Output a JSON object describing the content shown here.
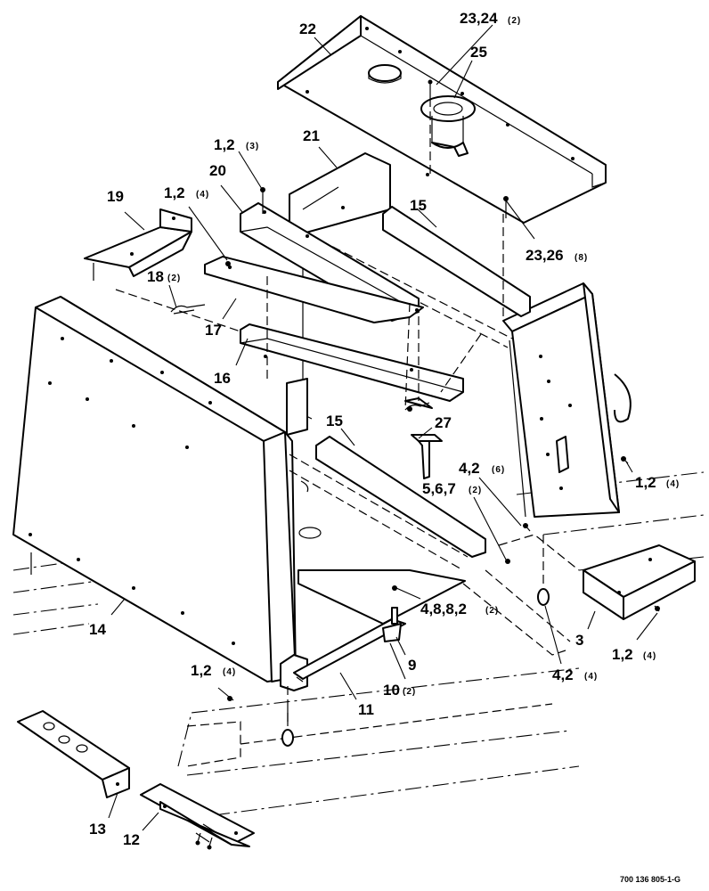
{
  "document_id": "700 136 805-1-G",
  "callouts": [
    {
      "id": "c22",
      "text": "22",
      "qty": ""
    },
    {
      "id": "c23-24",
      "text": "23,24",
      "qty": "(2)"
    },
    {
      "id": "c25",
      "text": "25",
      "qty": ""
    },
    {
      "id": "c21",
      "text": "21",
      "qty": ""
    },
    {
      "id": "c1-2-top",
      "text": "1,2",
      "qty": "(3)"
    },
    {
      "id": "c20",
      "text": "20",
      "qty": ""
    },
    {
      "id": "c1-2-mid",
      "text": "1,2",
      "qty": "(4)"
    },
    {
      "id": "c19",
      "text": "19",
      "qty": ""
    },
    {
      "id": "c15-top",
      "text": "15",
      "qty": ""
    },
    {
      "id": "c23-26",
      "text": "23,26",
      "qty": "(8)"
    },
    {
      "id": "c18",
      "text": "18",
      "qty": "(2)"
    },
    {
      "id": "c17",
      "text": "17",
      "qty": ""
    },
    {
      "id": "c16",
      "text": "16",
      "qty": ""
    },
    {
      "id": "c15-low",
      "text": "15",
      "qty": ""
    },
    {
      "id": "c27",
      "text": "27",
      "qty": ""
    },
    {
      "id": "c4-2-right",
      "text": "4,2",
      "qty": "(6)"
    },
    {
      "id": "c5-6-7",
      "text": "5,6,7",
      "qty": "(2)"
    },
    {
      "id": "c1-2-right",
      "text": "1,2",
      "qty": "(4)"
    },
    {
      "id": "c14",
      "text": "14",
      "qty": ""
    },
    {
      "id": "c4-8-8-2",
      "text": "4,8,8,2",
      "qty": "(2)"
    },
    {
      "id": "c3",
      "text": "3",
      "qty": ""
    },
    {
      "id": "c1-2-br",
      "text": "1,2",
      "qty": "(4)"
    },
    {
      "id": "c9",
      "text": "9",
      "qty": ""
    },
    {
      "id": "c1-2-left",
      "text": "1,2",
      "qty": "(4)"
    },
    {
      "id": "c10",
      "text": "10",
      "qty": "(2)"
    },
    {
      "id": "c4-2-low",
      "text": "4,2",
      "qty": "(4)"
    },
    {
      "id": "c11",
      "text": "11",
      "qty": ""
    },
    {
      "id": "c13",
      "text": "13",
      "qty": ""
    },
    {
      "id": "c12",
      "text": "12",
      "qty": ""
    }
  ]
}
